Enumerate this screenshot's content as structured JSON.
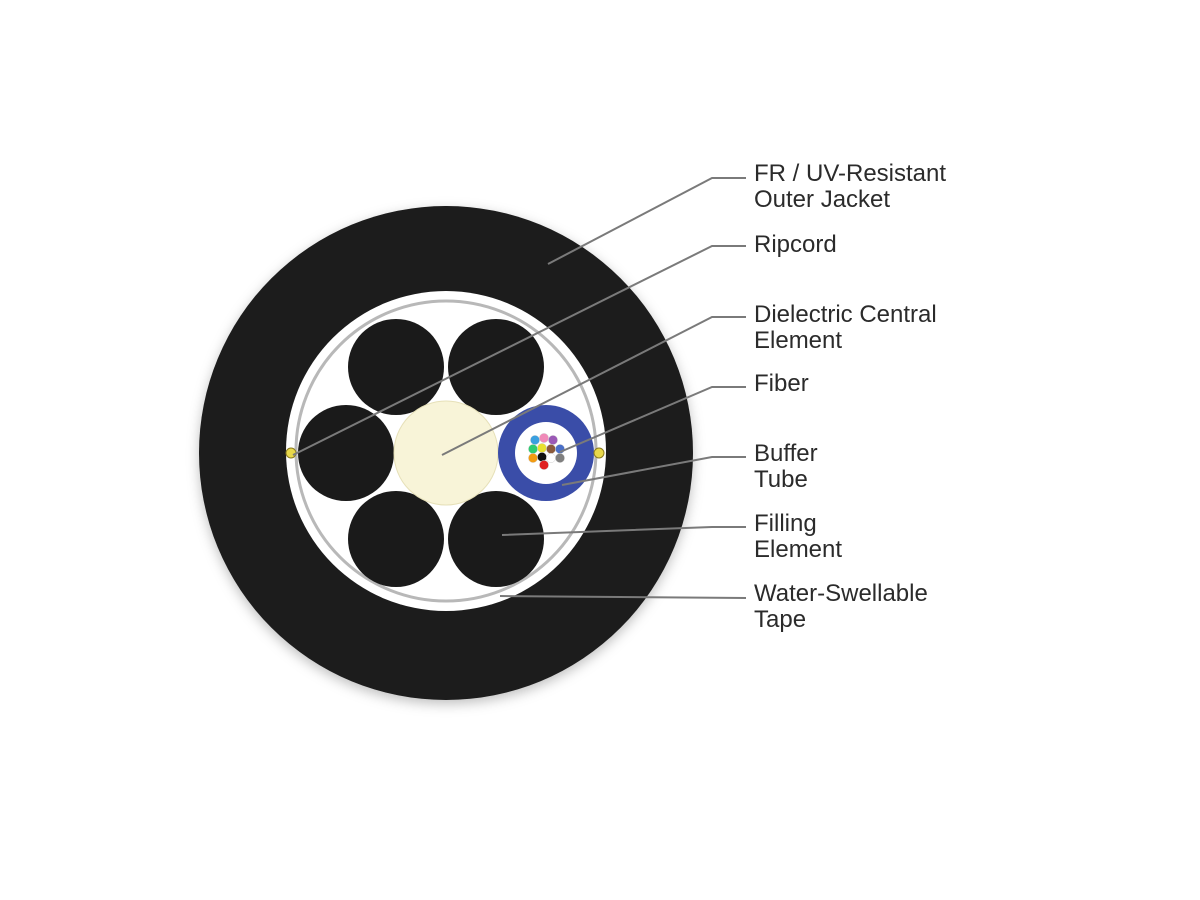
{
  "diagram": {
    "colors": {
      "jacket": "#1a1a1a",
      "tape": "#ffffff",
      "tape_ring": "#b8b8b8",
      "central_element": "#f8f4d8",
      "buffer_tube": "#3a4da8",
      "ripcord": "#e8d84a",
      "leader_line": "#7a7a7a",
      "label_text": "#2b2b2b"
    },
    "labels": [
      {
        "id": "outer-jacket",
        "lines": [
          "FR / UV-Resistant",
          "Outer Jacket"
        ]
      },
      {
        "id": "ripcord",
        "lines": [
          "Ripcord"
        ]
      },
      {
        "id": "central-element",
        "lines": [
          "Dielectric Central",
          "Element"
        ]
      },
      {
        "id": "fiber",
        "lines": [
          "Fiber"
        ]
      },
      {
        "id": "buffer-tube",
        "lines": [
          "Buffer",
          "Tube"
        ]
      },
      {
        "id": "filling-element",
        "lines": [
          "Filling",
          "Element"
        ]
      },
      {
        "id": "water-swellable-tape",
        "lines": [
          "Water-Swellable",
          "Tape"
        ]
      }
    ],
    "fiber_colors": [
      "#3aa0e0",
      "#f08ab8",
      "#9b59b6",
      "#2ecc71",
      "#e8e030",
      "#8b5a3c",
      "#4a6fc8",
      "#f39c12",
      "#111111",
      "#ffffff",
      "#7f7f7f",
      "#e02020"
    ]
  }
}
